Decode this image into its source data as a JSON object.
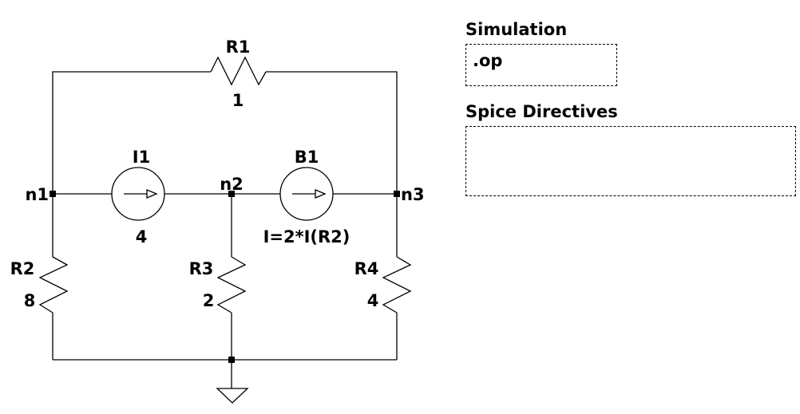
{
  "schematic": {
    "components": {
      "R1": {
        "name": "R1",
        "value": "1"
      },
      "R2": {
        "name": "R2",
        "value": "8"
      },
      "R3": {
        "name": "R3",
        "value": "2"
      },
      "R4": {
        "name": "R4",
        "value": "4"
      },
      "I1": {
        "name": "I1",
        "value": "4"
      },
      "B1": {
        "name": "B1",
        "value": "I=2*I(R2)"
      }
    },
    "nodes": {
      "n1": "n1",
      "n2": "n2",
      "n3": "n3"
    },
    "ground_symbol": "ground-icon"
  },
  "simulation": {
    "title": "Simulation",
    "command": ".op"
  },
  "spice_directives": {
    "title": "Spice Directives",
    "content": ""
  }
}
